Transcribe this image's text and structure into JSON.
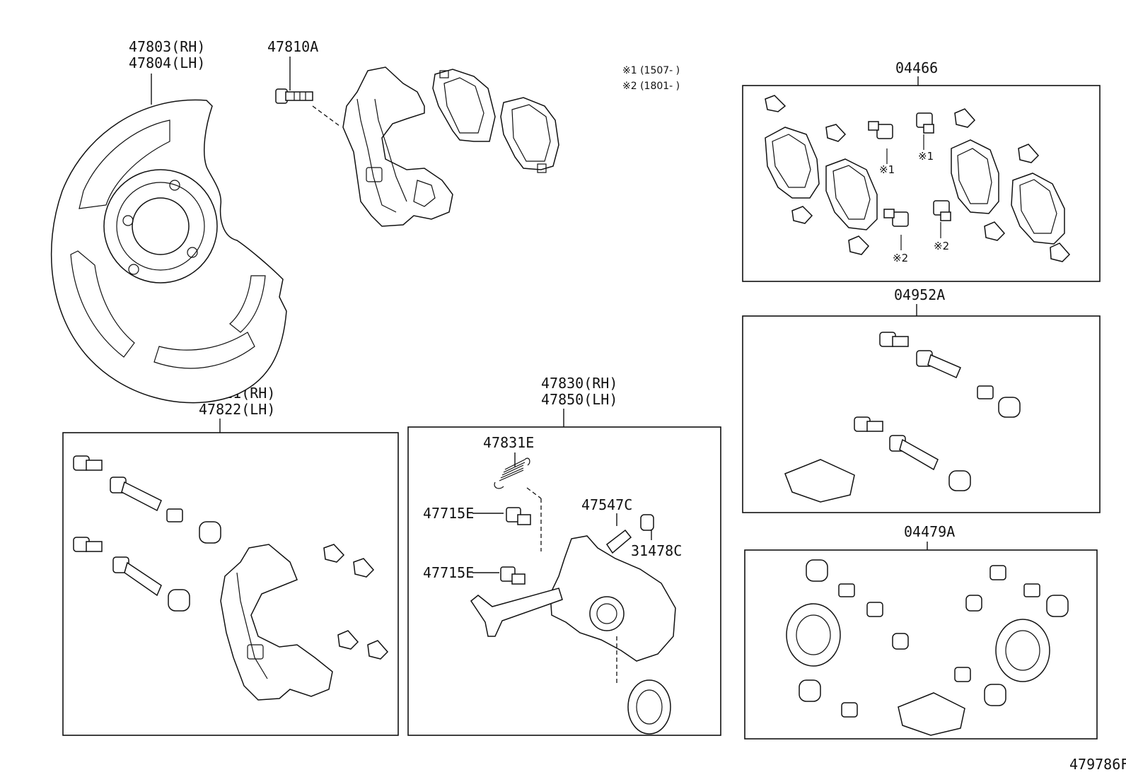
{
  "diagram": {
    "labels": {
      "dust_cover_rh": "47803(RH)",
      "dust_cover_lh": "47804(LH)",
      "bolt": "47810A",
      "date_note_1": "※1 (1507-        )",
      "date_note_2": "※2 (1801-        )",
      "pad_kit": "04466",
      "kit_04952A": "04952A",
      "kit_04479A": "04479A",
      "mounting_rh": "47821(RH)",
      "mounting_lh": "47822(LH)",
      "caliper_rh": "47830(RH)",
      "caliper_lh": "47850(LH)",
      "spring": "47831E",
      "bleeder_1": "47715E",
      "bleeder_2": "47715E",
      "plug": "47547C",
      "cap": "31478C",
      "ref_code": "479786F"
    },
    "markers": [
      "※1",
      "※1",
      "※2",
      "※2"
    ]
  }
}
